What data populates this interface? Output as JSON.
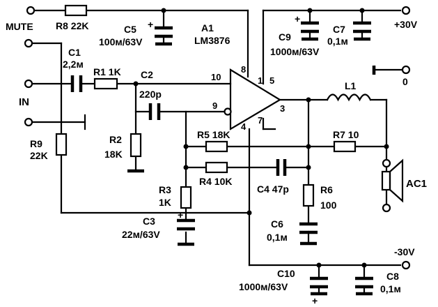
{
  "labels": {
    "mute": "MUTE",
    "in": "IN",
    "r8": "R8 22K",
    "c5_name": "C5",
    "c5_value": "100м/63V",
    "a1_name": "A1",
    "a1_part": "LM3876",
    "c9_name": "C9",
    "c9_value": "1000м/63V",
    "c7_name": "C7",
    "c7_value": "0,1м",
    "plus30": "+30V",
    "c1_name": "C1",
    "c1_value": "2,2м",
    "r1": "R1 1K",
    "c2_name": "C2",
    "c2_value": "220p",
    "l1": "L1",
    "zero": "0",
    "r2_name": "R2",
    "r2_value": "18K",
    "r9_name": "R9",
    "r9_value": "22K",
    "r5": "R5 18K",
    "r7": "R7 10",
    "r4": "R4 10K",
    "c4": "C4 47p",
    "ac1": "AC1",
    "r3_name": "R3",
    "r3_value": "1K",
    "r6_name": "R6",
    "r6_value": "100",
    "c3_name": "C3",
    "c3_value": "22м/63V",
    "c6_name": "C6",
    "c6_value": "0,1м",
    "minus30": "-30V",
    "c10_name": "C10",
    "c10_value": "1000м/63V",
    "c8_name": "C8",
    "c8_value": "0,1м",
    "pin10": "10",
    "pin8": "8",
    "pin1": "1",
    "pin5": "5",
    "pin9": "9",
    "pin3": "3",
    "pin7": "7",
    "pin4": "4",
    "plus_sign": "+"
  }
}
